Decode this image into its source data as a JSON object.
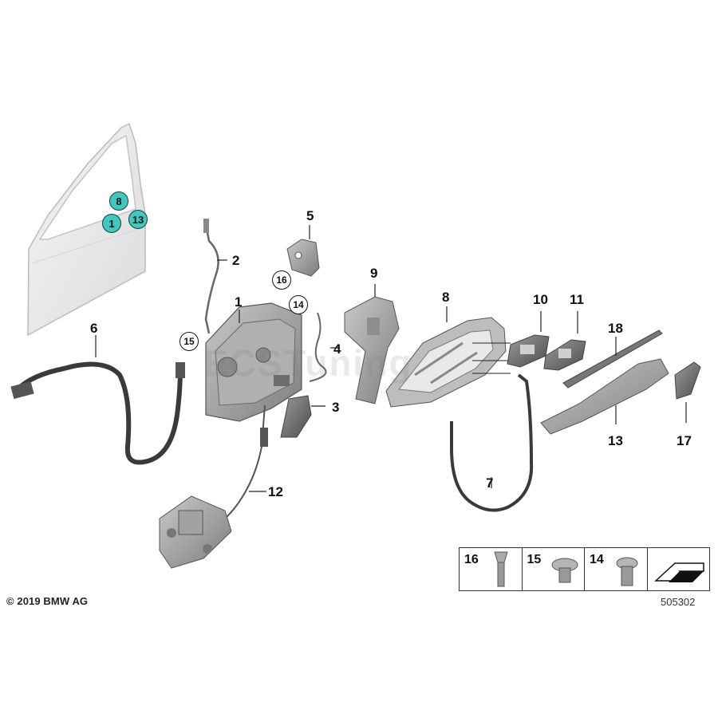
{
  "footer": {
    "copyright": "© 2019 BMW AG",
    "diagram_id": "505302"
  },
  "door_markers": [
    "8",
    "1",
    "13"
  ],
  "callouts": {
    "c1": "1",
    "c2": "2",
    "c3": "3",
    "c4": "4",
    "c5": "5",
    "c6": "6",
    "c7": "7",
    "c8": "8",
    "c9": "9",
    "c10": "10",
    "c11": "11",
    "c12": "12",
    "c13": "13",
    "c17": "17",
    "c18": "18"
  },
  "circled_callouts": {
    "c14": "14",
    "c15": "15",
    "c16": "16"
  },
  "legend": [
    "16",
    "15",
    "14"
  ],
  "watermark": "ECSTuning",
  "colors": {
    "marker_fill": "#3ec9c0",
    "part_gray": "#9a9a9a",
    "line": "#222222"
  }
}
